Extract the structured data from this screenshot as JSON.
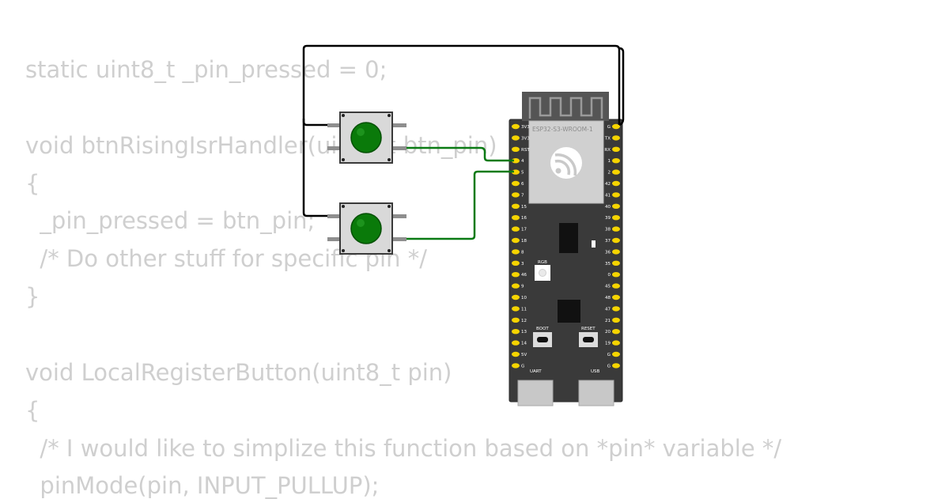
{
  "code": {
    "lines": [
      "static uint8_t _pin_pressed = 0;",
      "",
      "void btnRisingIsrHandler(uint8_t btn_pin)",
      "{",
      "  _pin_pressed = btn_pin;",
      "  /* Do other stuff for specific pin */",
      "}",
      "",
      "void LocalRegisterButton(uint8_t pin)",
      "{",
      "  /* I would like to simplize this function based on *pin* variable */",
      "  pinMode(pin, INPUT_PULLUP);"
    ]
  },
  "board": {
    "module_label": "ESP32-S3-WROOM-1",
    "rgb_label": "RGB",
    "boot_label": "BOOT",
    "reset_label": "RESET",
    "uart_label": "UART",
    "usb_label": "USB",
    "left_pins": [
      "3V3",
      "3V3",
      "RST",
      "4",
      "5",
      "6",
      "7",
      "15",
      "16",
      "17",
      "18",
      "8",
      "3",
      "46",
      "9",
      "10",
      "11",
      "12",
      "13",
      "14",
      "5V",
      "G"
    ],
    "right_pins": [
      "G",
      "TX",
      "RX",
      "1",
      "2",
      "42",
      "41",
      "40",
      "39",
      "38",
      "37",
      "36",
      "35",
      "0",
      "45",
      "48",
      "47",
      "21",
      "20",
      "19",
      "G",
      "G"
    ]
  },
  "colors": {
    "code_text": "#cfcfcf",
    "board": "#3a3a3a",
    "pin": "#f5d400",
    "wire_ground": "#000000",
    "wire_signal": "#0a7a14",
    "button_cap": "#0a7a0a",
    "button_body": "#d9d9d9"
  },
  "components": {
    "buttons": [
      {
        "id": "button-top",
        "icon": "pushbutton-icon"
      },
      {
        "id": "button-bottom",
        "icon": "pushbutton-icon"
      }
    ]
  }
}
